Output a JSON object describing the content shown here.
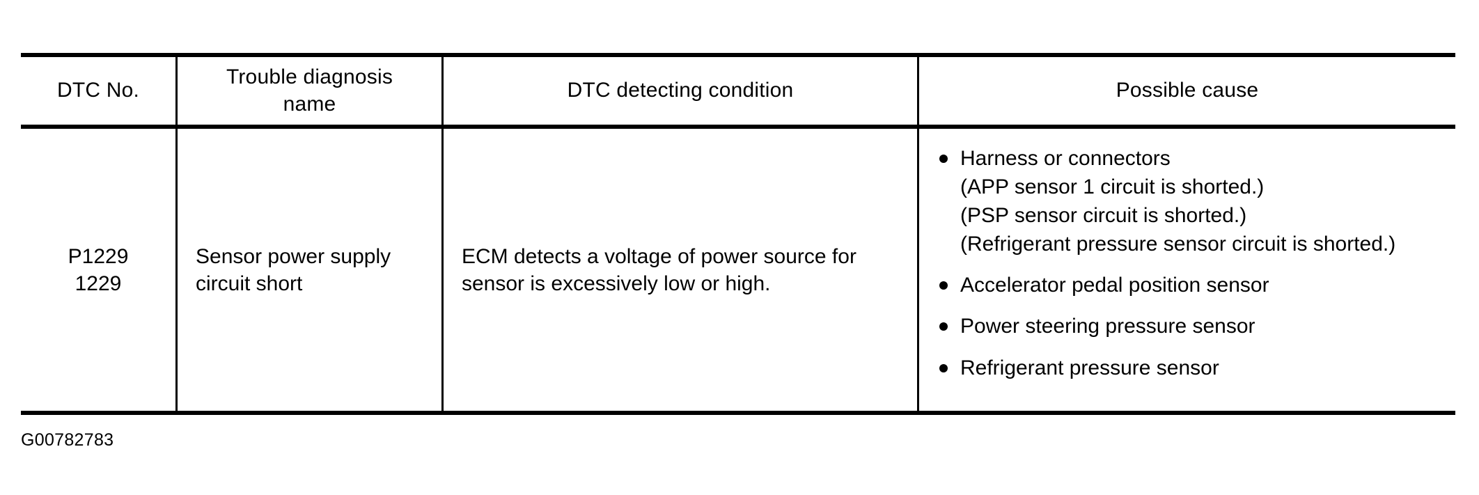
{
  "table": {
    "headers": [
      {
        "label": "DTC No."
      },
      {
        "label_line1": "Trouble diagnosis",
        "label_line2": "name"
      },
      {
        "label": "DTC detecting condition"
      },
      {
        "label": "Possible cause"
      }
    ],
    "rows": [
      {
        "dtc_no_line1": "P1229",
        "dtc_no_line2": "1229",
        "trouble_name_line1": "Sensor power supply",
        "trouble_name_line2": "circuit short",
        "detecting_condition_line1": "ECM detects a voltage of power source for",
        "detecting_condition_line2": "sensor is excessively low or high.",
        "possible_causes": [
          {
            "main": "Harness or connectors",
            "sub1": "(APP sensor 1 circuit is shorted.)",
            "sub2": "(PSP sensor circuit is shorted.)",
            "sub3": "(Refrigerant pressure sensor circuit is shorted.)"
          },
          {
            "main": "Accelerator pedal position sensor"
          },
          {
            "main": "Power steering pressure sensor"
          },
          {
            "main": "Refrigerant pressure sensor"
          }
        ]
      }
    ]
  },
  "figure_code": "G00782783",
  "colors": {
    "rule": "#000000",
    "text": "#000000",
    "background": "#ffffff"
  }
}
